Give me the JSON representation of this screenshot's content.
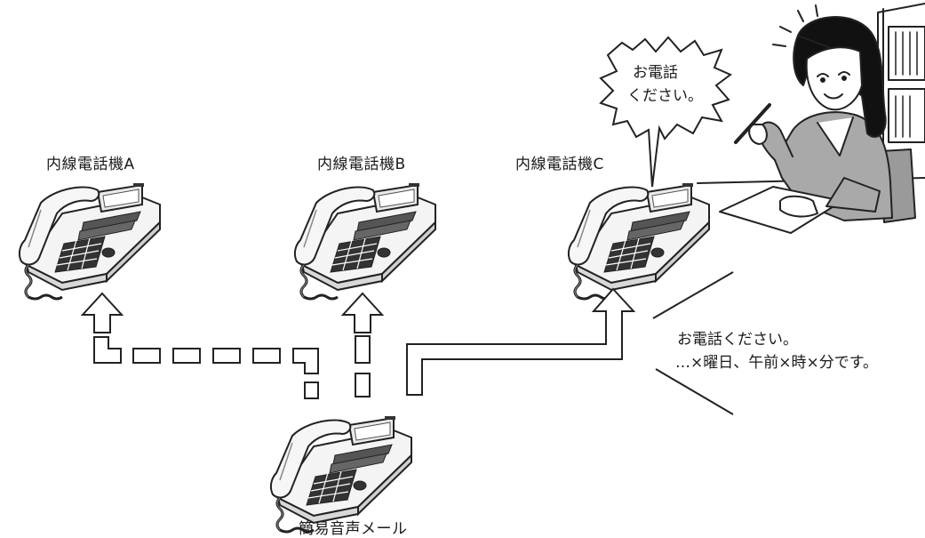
{
  "phones": [
    {
      "label": "内線電話機A"
    },
    {
      "label": "内線電話機B"
    },
    {
      "label": "内線電話機C"
    }
  ],
  "voicemail": {
    "label": "簡易音声メール"
  },
  "speech_bubble": {
    "line1": "お電話",
    "line2": "ください。"
  },
  "message": {
    "line1": "お電話ください。",
    "line2": "…×曜日、午前×時×分です。"
  }
}
